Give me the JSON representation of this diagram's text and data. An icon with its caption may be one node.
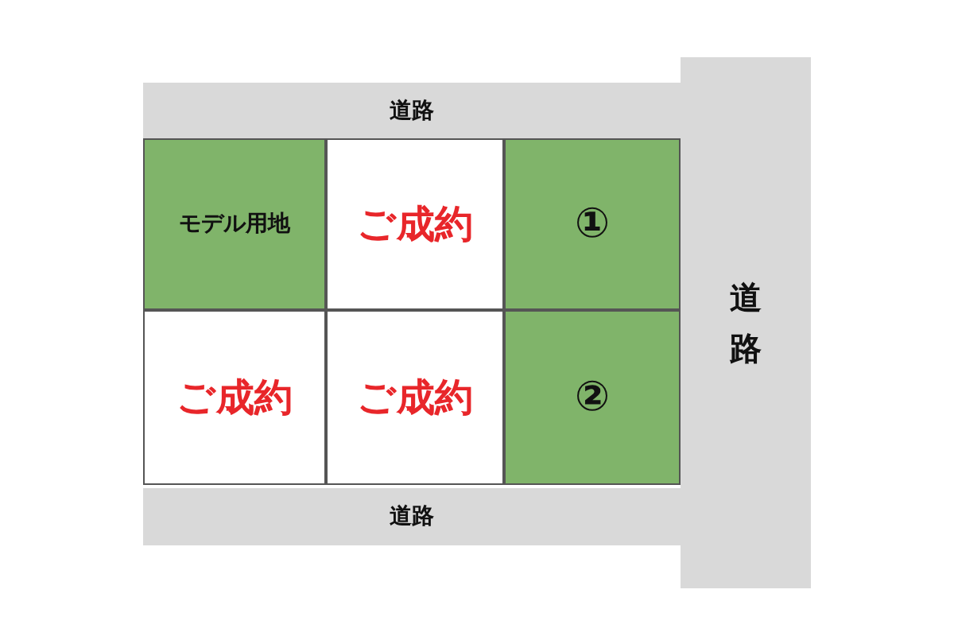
{
  "diagram": {
    "nodes": [
      {
        "text": [
          "道路"
        ]
      },
      {
        "text": [
          "モデル用地"
        ]
      },
      {
        "text": [
          "ご成約"
        ]
      },
      {
        "text": [
          "①"
        ]
      },
      {
        "text": [
          "道路"
        ]
      },
      {
        "text": [
          "ご成約"
        ]
      },
      {
        "text": [
          "ご成約"
        ]
      },
      {
        "text": [
          "②"
        ]
      },
      {
        "text": [
          "道路"
        ]
      }
    ]
  }
}
